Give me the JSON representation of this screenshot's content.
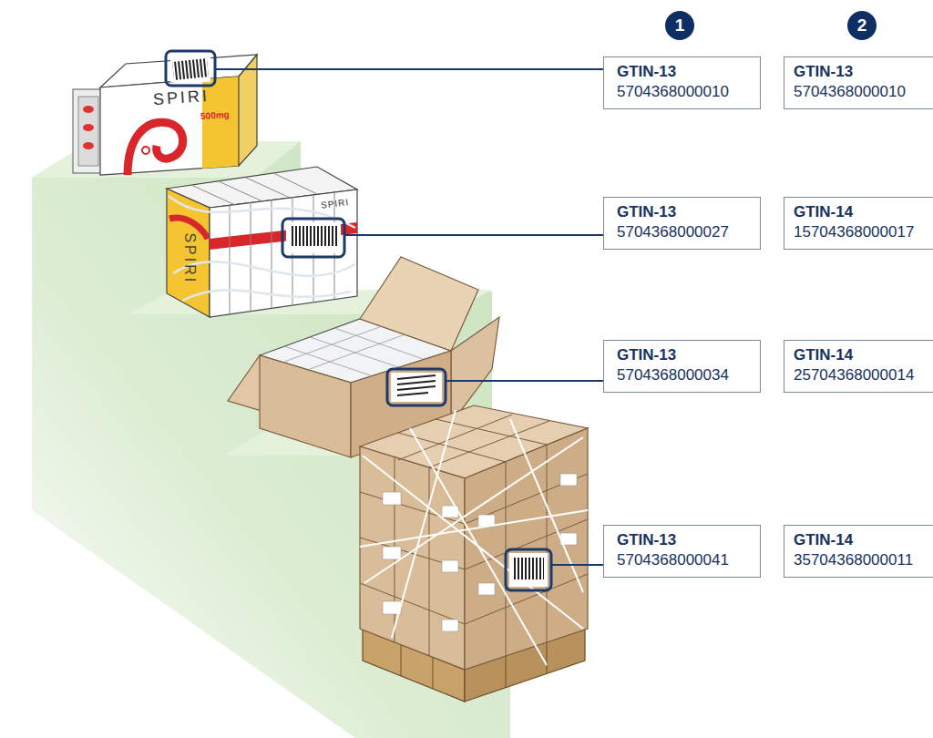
{
  "diagram": {
    "nodes": [
      {
        "text": [
          "1"
        ]
      },
      {
        "text": [
          "2"
        ]
      },
      {
        "text": [
          "GTIN-13",
          "5704368000010"
        ]
      },
      {
        "text": [
          "GTIN-13",
          "5704368000010"
        ]
      },
      {
        "text": [
          "GTIN-13",
          "5704368000027"
        ]
      },
      {
        "text": [
          "GTIN-14",
          "15704368000017"
        ]
      },
      {
        "text": [
          "GTIN-13",
          "5704368000034"
        ]
      },
      {
        "text": [
          "GTIN-14",
          "25704368000014"
        ]
      },
      {
        "text": [
          "GTIN-13",
          "5704368000041"
        ]
      },
      {
        "text": [
          "GTIN-14",
          "35704368000011"
        ]
      }
    ],
    "labels": [
      "SPIRI",
      "500mg",
      "SPIRI",
      "SPIRI"
    ]
  }
}
